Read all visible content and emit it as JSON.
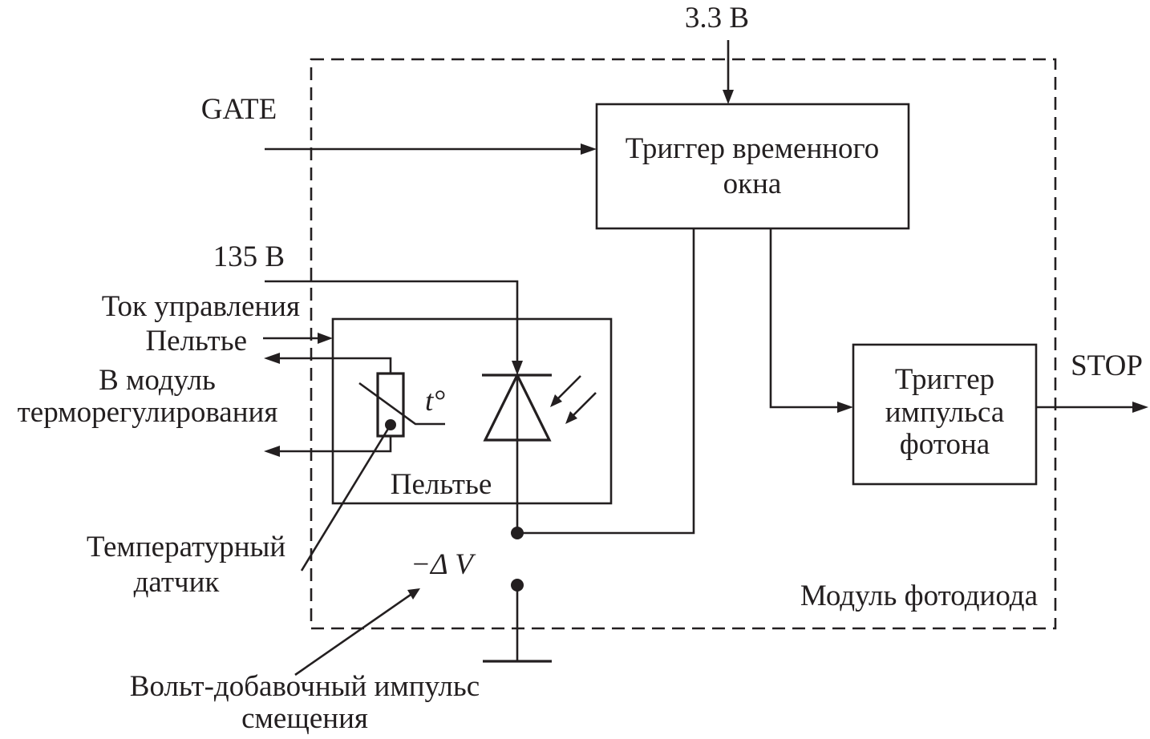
{
  "diagram": {
    "module_label": "Модуль фотодиода",
    "inputs": {
      "supply_3v3": "3.3 В",
      "gate": "GATE",
      "bias_135v": "135 В",
      "peltier_current_line1": "Ток управления",
      "peltier_current_line2": "Пельтье",
      "thermo_module_line1": "В модуль",
      "thermo_module_line2": "терморегулирования"
    },
    "output": {
      "stop": "STOP"
    },
    "blocks": {
      "window_trigger": {
        "line1": "Триггер временного",
        "line2": "окна"
      },
      "photon_trigger": {
        "line1": "Триггер",
        "line2": "импульса",
        "line3": "фотона"
      },
      "peltier": {
        "label": "Пельтье"
      }
    },
    "symbols": {
      "temperature": "t°",
      "delta_v": "−Δ V"
    },
    "annotations": {
      "temp_sensor_line1": "Температурный",
      "temp_sensor_line2": "датчик",
      "bias_pulse_line1": "Вольт-добавочный импульс",
      "bias_pulse_line2": "смещения"
    }
  }
}
